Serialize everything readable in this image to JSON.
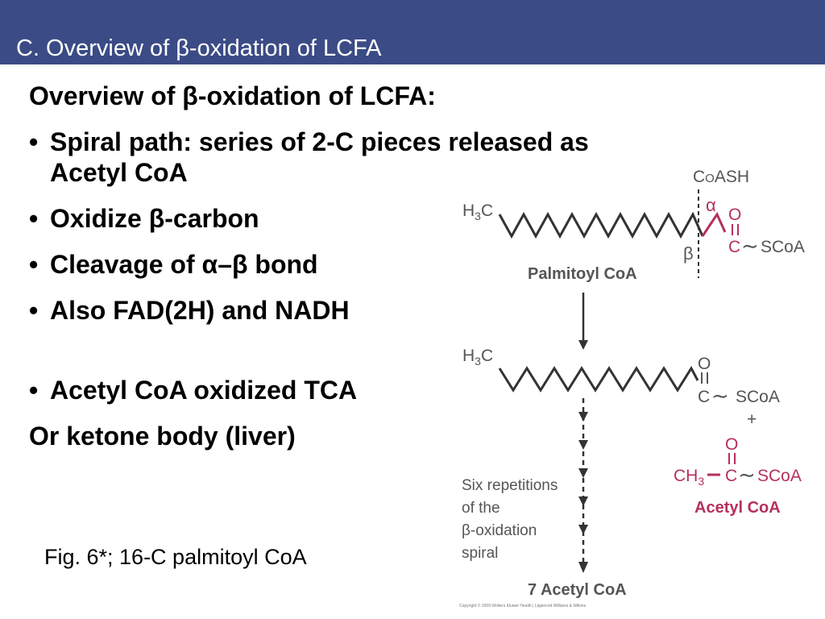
{
  "header": {
    "title_prefix": "C. Overview of ",
    "title_symbol": "β",
    "title_suffix": "-oxidation of LCFA"
  },
  "content": {
    "heading": {
      "prefix": "Overview of ",
      "symbol": "β",
      "suffix": "-oxidation of LCFA:"
    },
    "bullet_char": "•",
    "bullet1_line1": "Spiral path: series of 2-C pieces released as",
    "bullet1_line2": "Acetyl CoA",
    "bullet2": {
      "prefix": "Oxidize ",
      "symbol": "β",
      "suffix": "-carbon"
    },
    "bullet3": {
      "prefix": "Cleavage of ",
      "symbol": "α–β",
      "suffix": " bond"
    },
    "bullet4": "Also FAD(2H) and NADH",
    "bullet5": "Acetyl CoA oxidized TCA",
    "line_last": "Or ketone body (liver)",
    "caption": "Fig. 6*; 16-C palmitoyl CoA"
  },
  "diagram": {
    "h3c_top": {
      "h": "H",
      "sub": "3",
      "c": "C"
    },
    "coash": {
      "co": "C",
      "o_small": "O",
      "ash": "ASH"
    },
    "alpha": "α",
    "beta": "β",
    "o_top": "O",
    "c_scoa_top": "C",
    "tilde": "∼",
    "scoa": "SCoA",
    "palmitoyl_label": "Palmitoyl CoA",
    "h3c_mid": {
      "h": "H",
      "sub": "3",
      "c": "C"
    },
    "o_mid": "O",
    "c_scoa_mid": "C",
    "plus": "+",
    "o_acetyl": "O",
    "ch3": {
      "ch": "CH",
      "sub": "3"
    },
    "c_acetyl": "C",
    "acetyl_label": "Acetyl CoA",
    "six_reps": [
      "Six repetitions",
      "of the",
      "β-oxidation",
      "spiral"
    ],
    "seven_acetyl": "7 Acetyl CoA",
    "copyright": "Copyright © 2009 Wolters Kluwer Health | Lippincott Williams & Wilkins"
  },
  "colors": {
    "title_bar": "#3b4b86",
    "accent": "#b5305c",
    "diagram_gray": "#555555"
  }
}
